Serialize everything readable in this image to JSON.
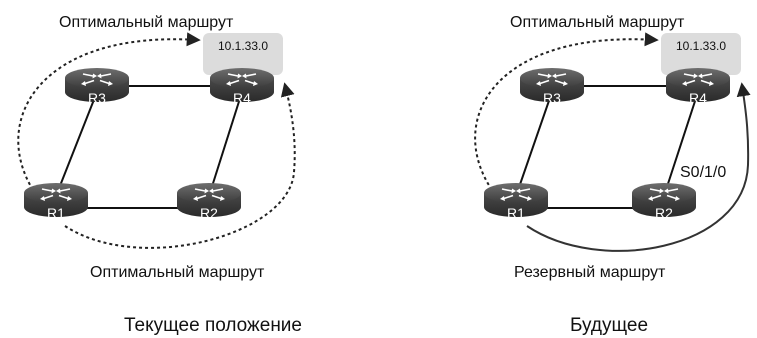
{
  "panels": [
    {
      "network_label": "10.1.33.0",
      "routers": [
        "R1",
        "R2",
        "R3",
        "R4"
      ],
      "top_route_label": "Оптимальный маршрут",
      "bottom_route_label": "Оптимальный маршрут",
      "caption": "Текущее положение"
    },
    {
      "network_label": "10.1.33.0",
      "routers": [
        "R1",
        "R2",
        "R3",
        "R4"
      ],
      "top_route_label": "Оптимальный маршрут",
      "bottom_route_label": "Резервный маршрут",
      "interface_label": "S0/1/0",
      "caption": "Будущее"
    }
  ]
}
